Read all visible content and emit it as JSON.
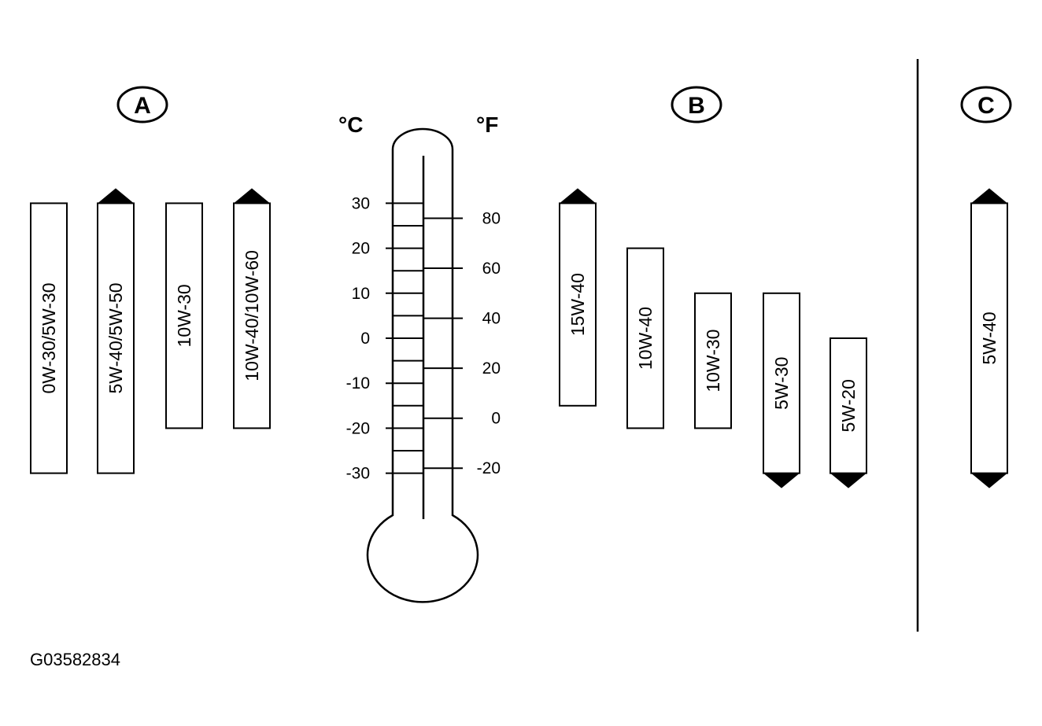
{
  "groups": {
    "a": {
      "letter": "A"
    },
    "b": {
      "letter": "B"
    },
    "c": {
      "letter": "C"
    }
  },
  "thermometer": {
    "celsius_unit": "°C",
    "fahrenheit_unit": "°F",
    "celsius_ticks": [
      "30",
      "20",
      "10",
      "0",
      "-10",
      "-20",
      "-30"
    ],
    "fahrenheit_ticks": [
      "80",
      "60",
      "40",
      "20",
      "0",
      "-20"
    ]
  },
  "oils": [
    {
      "group": "A",
      "label": "0W-30/5W-30",
      "min_c": -30,
      "max_c": 30,
      "open_top": false,
      "open_bottom": false
    },
    {
      "group": "A",
      "label": "5W-40/5W-50",
      "min_c": -30,
      "max_c": 30,
      "open_top": true,
      "open_bottom": false
    },
    {
      "group": "A",
      "label": "10W-30",
      "min_c": -20,
      "max_c": 30,
      "open_top": false,
      "open_bottom": false
    },
    {
      "group": "A",
      "label": "10W-40/10W-60",
      "min_c": -20,
      "max_c": 30,
      "open_top": true,
      "open_bottom": false
    },
    {
      "group": "B",
      "label": "15W-40",
      "min_c": -15,
      "max_c": 30,
      "open_top": true,
      "open_bottom": false
    },
    {
      "group": "B",
      "label": "10W-40",
      "min_c": -20,
      "max_c": 20,
      "open_top": false,
      "open_bottom": false
    },
    {
      "group": "B",
      "label": "10W-30",
      "min_c": -20,
      "max_c": 10,
      "open_top": false,
      "open_bottom": false
    },
    {
      "group": "B",
      "label": "5W-30",
      "min_c": -30,
      "max_c": 10,
      "open_top": false,
      "open_bottom": true
    },
    {
      "group": "B",
      "label": "5W-20",
      "min_c": -30,
      "max_c": 0,
      "open_top": false,
      "open_bottom": true
    },
    {
      "group": "C",
      "label": "5W-40",
      "min_c": -30,
      "max_c": 30,
      "open_top": true,
      "open_bottom": true
    }
  ],
  "figure_id": "G03582834"
}
